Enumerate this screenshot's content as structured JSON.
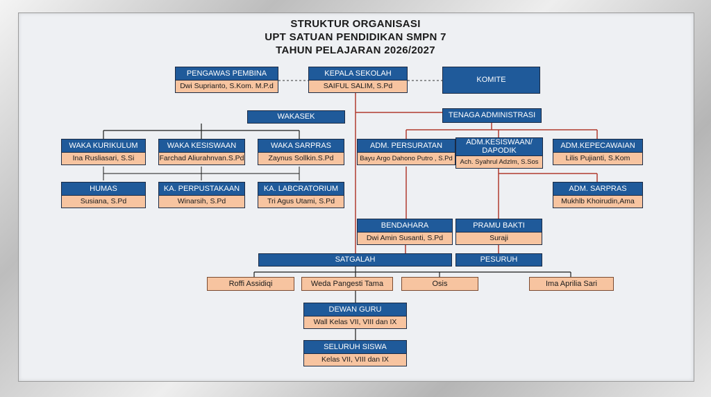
{
  "title": {
    "line1": "STRUKTUR ORGANISASI",
    "line2": "UPT SATUAN PENDIDIKAN SMPN 7",
    "line3": "TAHUN PELAJARAN 2026/2027"
  },
  "top": {
    "pengawas": {
      "title": "PENGAWAS PEMBINA",
      "name": "Dwi Suprianto, S.Kom. M.P.d"
    },
    "kepala": {
      "title": "KEPALA SEKOLAH",
      "name": "SAIFUL SALIM, S.Pd"
    },
    "komite": {
      "title": "KOMITE"
    }
  },
  "wakasek": {
    "title": "WAKASEK"
  },
  "tenaga": {
    "title": "TENAGA ADMINISTRASI"
  },
  "waka": {
    "kurikulum": {
      "title": "WAKA KURIKULUM",
      "name": "Ina Rusliasari, S.Si"
    },
    "kesiswaan": {
      "title": "WAKA KESISWAAN",
      "name": "Farchad Aliurahnvan.S.Pd"
    },
    "sarpras": {
      "title": "WAKA SARPRAS",
      "name": "Zaynus Sollkin.S.Pd"
    }
  },
  "unit": {
    "humas": {
      "title": "HUMAS",
      "name": "Susiana, S.Pd"
    },
    "perpustakaan": {
      "title": "KA. PERPUSTAKAAN",
      "name": "Winarsih, S.Pd"
    },
    "laboratorium": {
      "title": "KA. LABCRATORIUM",
      "name": "Tri Agus Utami, S.Pd"
    }
  },
  "adm": {
    "persuratan": {
      "title": "ADM. PERSURATAN",
      "name": "Bayu Argo Dahono Putro , S.Pd"
    },
    "kesiswaan": {
      "title1": "ADM.KESISWAAN/",
      "title2": "DAPODIK",
      "name": "Ach. Syahrul Adzlm, S.Sos"
    },
    "kepegawaian": {
      "title": "ADM.KEPECAWAIAN",
      "name": "Lilis Pujianti, S.Kom"
    },
    "sarpras": {
      "title": "ADM. SARPRAS",
      "name": "Mukhlb Khoirudin,Ama"
    }
  },
  "bendahara": {
    "title": "BENDAHARA",
    "name": "Dwi Amin Susanti, S.Pd"
  },
  "pramu": {
    "title": "PRAMU BAKTI",
    "name": "Suraji"
  },
  "satgalah": {
    "title": "SATGALAH"
  },
  "pesuruh": {
    "title": "PESURUH"
  },
  "staff": {
    "roffi": "Roffi Assidiqi",
    "weda": "Weda Pangesti Tama",
    "osis": "Osis",
    "ima": "Ima Aprilia Sari"
  },
  "dewan": {
    "title": "DEWAN GURU",
    "name": "Wall Kelas VII, VIII dan IX"
  },
  "siswa": {
    "title": "SELURUH SISWA",
    "name": "Kelas VII, VIII dan IX"
  },
  "colors": {
    "header_blue": "#1f5a9a",
    "name_peach": "#f7c4a0",
    "line_red": "#b03a2e",
    "line_dark": "#1a1a1a"
  }
}
